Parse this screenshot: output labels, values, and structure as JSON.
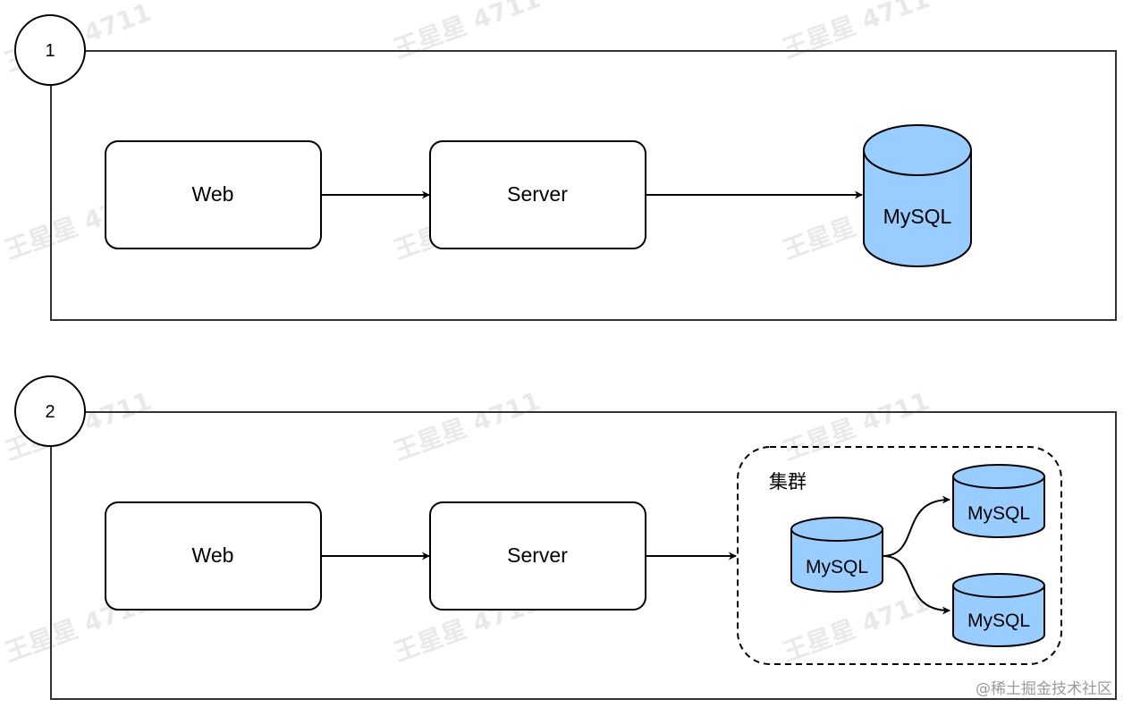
{
  "watermark": "王星星 4711",
  "credit": "@稀土掘金技术社区",
  "colors": {
    "db_fill": "#99ccff",
    "stroke": "#000000",
    "panel_stroke": "#333333"
  },
  "panel1": {
    "number": "1",
    "web_label": "Web",
    "server_label": "Server",
    "db_label": "MySQL"
  },
  "panel2": {
    "number": "2",
    "web_label": "Web",
    "server_label": "Server",
    "cluster_label": "集群",
    "primary_db_label": "MySQL",
    "replica1_label": "MySQL",
    "replica2_label": "MySQL"
  }
}
